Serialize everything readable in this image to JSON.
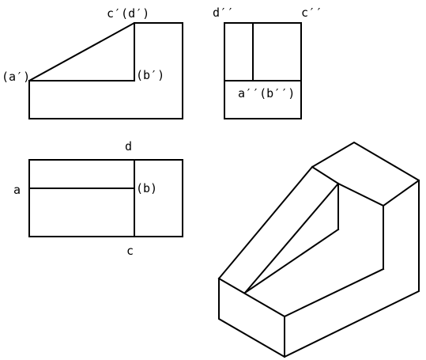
{
  "labels": {
    "front_top_right": "c′(d′)",
    "front_left": "(a′)",
    "front_inner": "(b′)",
    "side_top_left": "d′′",
    "side_top_right": "c′′",
    "side_bottom": "a′′(b′′)",
    "top_label_d": "d",
    "top_label_a": "a",
    "top_label_b": "(b)",
    "top_label_c": "c"
  }
}
